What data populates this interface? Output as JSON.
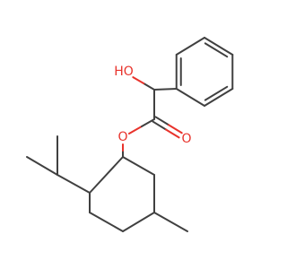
{
  "molecule": {
    "atoms": [
      {
        "id": "c_i1",
        "element": "C",
        "label": ""
      },
      {
        "id": "c_me_a",
        "element": "C",
        "label": ""
      },
      {
        "id": "c_me_b",
        "element": "C",
        "label": ""
      },
      {
        "id": "c_r1",
        "element": "C",
        "label": ""
      },
      {
        "id": "c_r2",
        "element": "C",
        "label": ""
      },
      {
        "id": "c_r3",
        "element": "C",
        "label": ""
      },
      {
        "id": "c_r4",
        "element": "C",
        "label": ""
      },
      {
        "id": "c_r5",
        "element": "C",
        "label": ""
      },
      {
        "id": "c_r6",
        "element": "C",
        "label": ""
      },
      {
        "id": "c_me5",
        "element": "C",
        "label": ""
      },
      {
        "id": "o_ester",
        "element": "O",
        "label": "O"
      },
      {
        "id": "c_carbonyl",
        "element": "C",
        "label": ""
      },
      {
        "id": "o_carbonyl",
        "element": "O",
        "label": "O"
      },
      {
        "id": "c_alpha",
        "element": "C",
        "label": ""
      },
      {
        "id": "o_hydroxyl",
        "element": "O",
        "label": "HO"
      },
      {
        "id": "c_ph1",
        "element": "C",
        "label": ""
      },
      {
        "id": "c_ph2",
        "element": "C",
        "label": ""
      },
      {
        "id": "c_ph3",
        "element": "C",
        "label": ""
      },
      {
        "id": "c_ph4",
        "element": "C",
        "label": ""
      },
      {
        "id": "c_ph5",
        "element": "C",
        "label": ""
      },
      {
        "id": "c_ph6",
        "element": "C",
        "label": ""
      }
    ],
    "bonds": [
      {
        "a": "c_me_a",
        "b": "c_i1",
        "order": 1
      },
      {
        "a": "c_i1",
        "b": "c_me_b",
        "order": 1
      },
      {
        "a": "c_i1",
        "b": "c_r1",
        "order": 1
      },
      {
        "a": "c_r1",
        "b": "c_r2",
        "order": 1
      },
      {
        "a": "c_r2",
        "b": "c_r3",
        "order": 1
      },
      {
        "a": "c_r3",
        "b": "c_r4",
        "order": 1
      },
      {
        "a": "c_r4",
        "b": "c_r5",
        "order": 1
      },
      {
        "a": "c_r5",
        "b": "c_r6",
        "order": 1
      },
      {
        "a": "c_r6",
        "b": "c_r1",
        "order": 1
      },
      {
        "a": "c_r4",
        "b": "c_me5",
        "order": 1
      },
      {
        "a": "c_r2",
        "b": "o_ester",
        "order": 1
      },
      {
        "a": "o_ester",
        "b": "c_carbonyl",
        "order": 1
      },
      {
        "a": "c_carbonyl",
        "b": "o_carbonyl",
        "order": 2
      },
      {
        "a": "c_carbonyl",
        "b": "c_alpha",
        "order": 1
      },
      {
        "a": "c_alpha",
        "b": "o_hydroxyl",
        "order": 1
      },
      {
        "a": "c_alpha",
        "b": "c_ph1",
        "order": 1
      },
      {
        "a": "c_ph1",
        "b": "c_ph2",
        "order": 2
      },
      {
        "a": "c_ph2",
        "b": "c_ph3",
        "order": 1
      },
      {
        "a": "c_ph3",
        "b": "c_ph4",
        "order": 2
      },
      {
        "a": "c_ph4",
        "b": "c_ph5",
        "order": 1
      },
      {
        "a": "c_ph5",
        "b": "c_ph6",
        "order": 2
      },
      {
        "a": "c_ph6",
        "b": "c_ph1",
        "order": 1
      }
    ]
  },
  "colors": {
    "carbon": "#404040",
    "oxygen": "#e8332c",
    "background": "#ffffff"
  }
}
